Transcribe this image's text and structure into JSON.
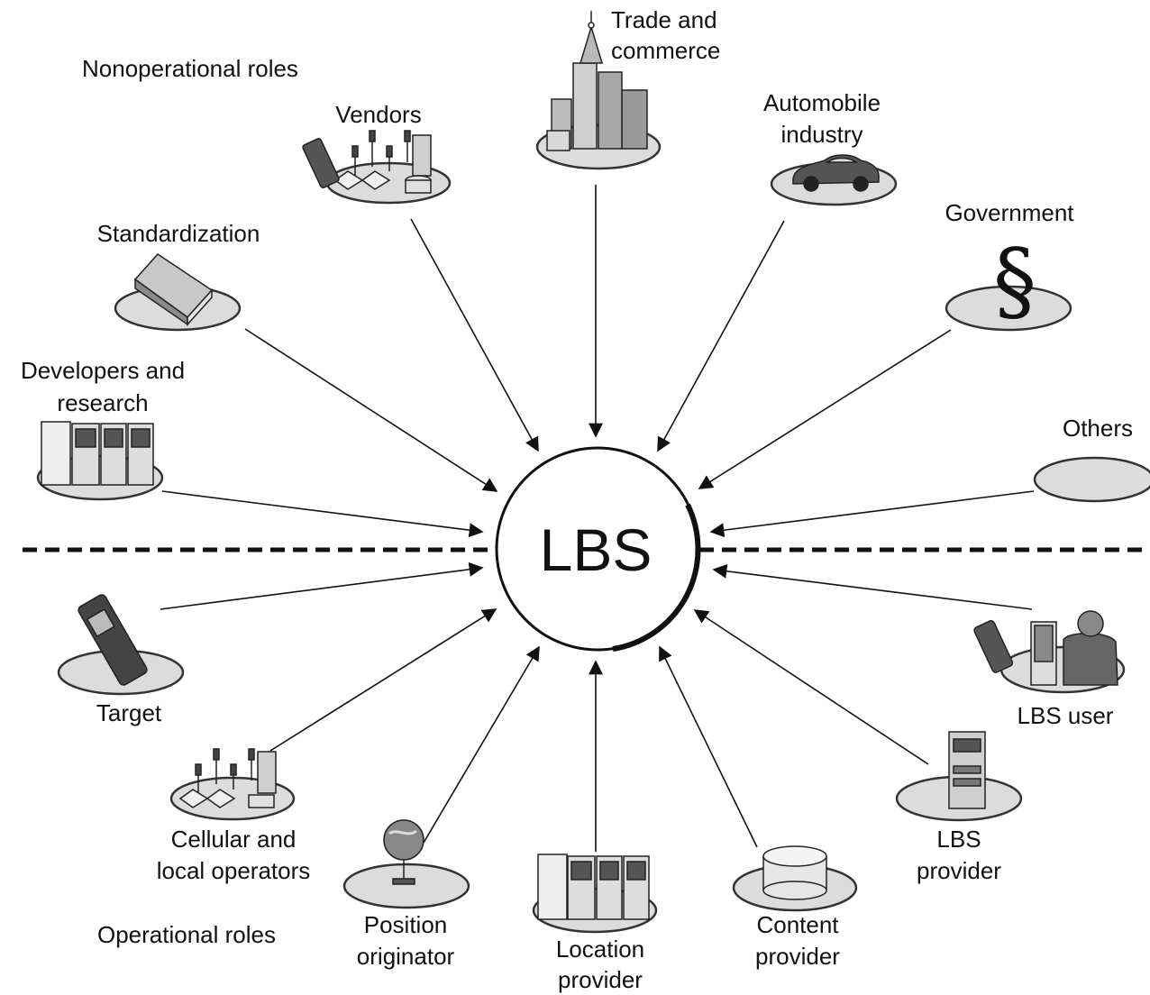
{
  "center": {
    "label": "LBS"
  },
  "sections": {
    "nonoperational": "Nonoperational roles",
    "operational": "Operational roles"
  },
  "roles": {
    "trade": [
      "Trade and",
      "commerce"
    ],
    "vendors": [
      "Vendors"
    ],
    "automobile": [
      "Automobile",
      "industry"
    ],
    "standardization": [
      "Standardization"
    ],
    "government": [
      "Government"
    ],
    "developers": [
      "Developers and",
      "research"
    ],
    "others": [
      "Others"
    ],
    "target": [
      "Target"
    ],
    "lbs_user": [
      "LBS user"
    ],
    "cellular": [
      "Cellular and",
      "local operators"
    ],
    "lbs_provider": [
      "LBS",
      "provider"
    ],
    "position": [
      "Position",
      "originator"
    ],
    "location": [
      "Location",
      "provider"
    ],
    "content": [
      "Content",
      "provider"
    ]
  },
  "icons": {
    "trade": "skyscraper-icon",
    "vendors": "network-antenna-icon",
    "automobile": "car-icon",
    "standardization": "book-icon",
    "government": "section-sign-icon",
    "developers": "server-rack-icon",
    "others": "empty-plate",
    "target": "mobile-phone-icon",
    "lbs_user": "user-at-computer-icon",
    "cellular": "network-antenna-icon",
    "lbs_provider": "server-icon",
    "position": "globe-icon",
    "location": "server-rack-icon",
    "content": "database-icon"
  }
}
